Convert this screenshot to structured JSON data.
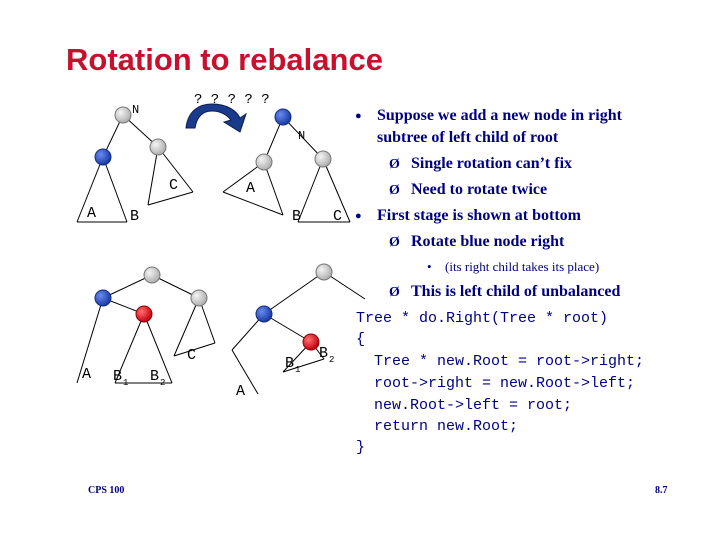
{
  "title": "Rotation to rebalance",
  "diagram": {
    "rotation_label": "? ? ? ? ?",
    "top_left": {
      "root": "N",
      "left_leaf": "A",
      "inner_left": "B",
      "right_leaf": "C"
    },
    "top_right": {
      "root": "N",
      "left_leaf": "A",
      "inner_left": "B",
      "right_leaf": "C"
    },
    "bottom_left": {
      "a": "A",
      "b1": "B",
      "b1_sub": "1",
      "b2": "B",
      "b2_sub": "2",
      "c": "C"
    },
    "bottom_right": {
      "a": "A",
      "b1": "B",
      "b1_sub": "1",
      "b2": "B",
      "b2_sub": "2"
    }
  },
  "bullets": [
    {
      "level": 1,
      "marker": "●",
      "lines": [
        "Suppose we add a new node in right",
        "subtree of left child of root"
      ]
    },
    {
      "level": 2,
      "marker": "Ø",
      "lines": [
        "Single rotation can’t fix"
      ]
    },
    {
      "level": 2,
      "marker": "Ø",
      "lines": [
        "Need to rotate twice"
      ]
    },
    {
      "level": 1,
      "marker": "●",
      "lines": [
        "First stage is shown at bottom"
      ]
    },
    {
      "level": 2,
      "marker": "Ø",
      "lines": [
        "Rotate blue node right"
      ]
    },
    {
      "level": 3,
      "marker": "•",
      "lines": [
        "(its right child takes its place)"
      ]
    },
    {
      "level": 2,
      "marker": "Ø",
      "lines": [
        "This is left child of unbalanced"
      ]
    }
  ],
  "code": [
    "Tree * do.Right(Tree * root)",
    "{",
    "  Tree * new.Root = root->right;",
    "  root->right = new.Root->left;",
    "  new.Root->left = root;",
    "  return new.Root;",
    "}"
  ],
  "footer": {
    "course": "CPS 100",
    "page": "8.7"
  },
  "colors": {
    "title": "#c8102e",
    "text": "#000080",
    "blue_node": "#2448c8",
    "red_node": "#e8101e",
    "gray_node": "#c8c8c8",
    "arrow_fill": "#1a3a8c"
  }
}
